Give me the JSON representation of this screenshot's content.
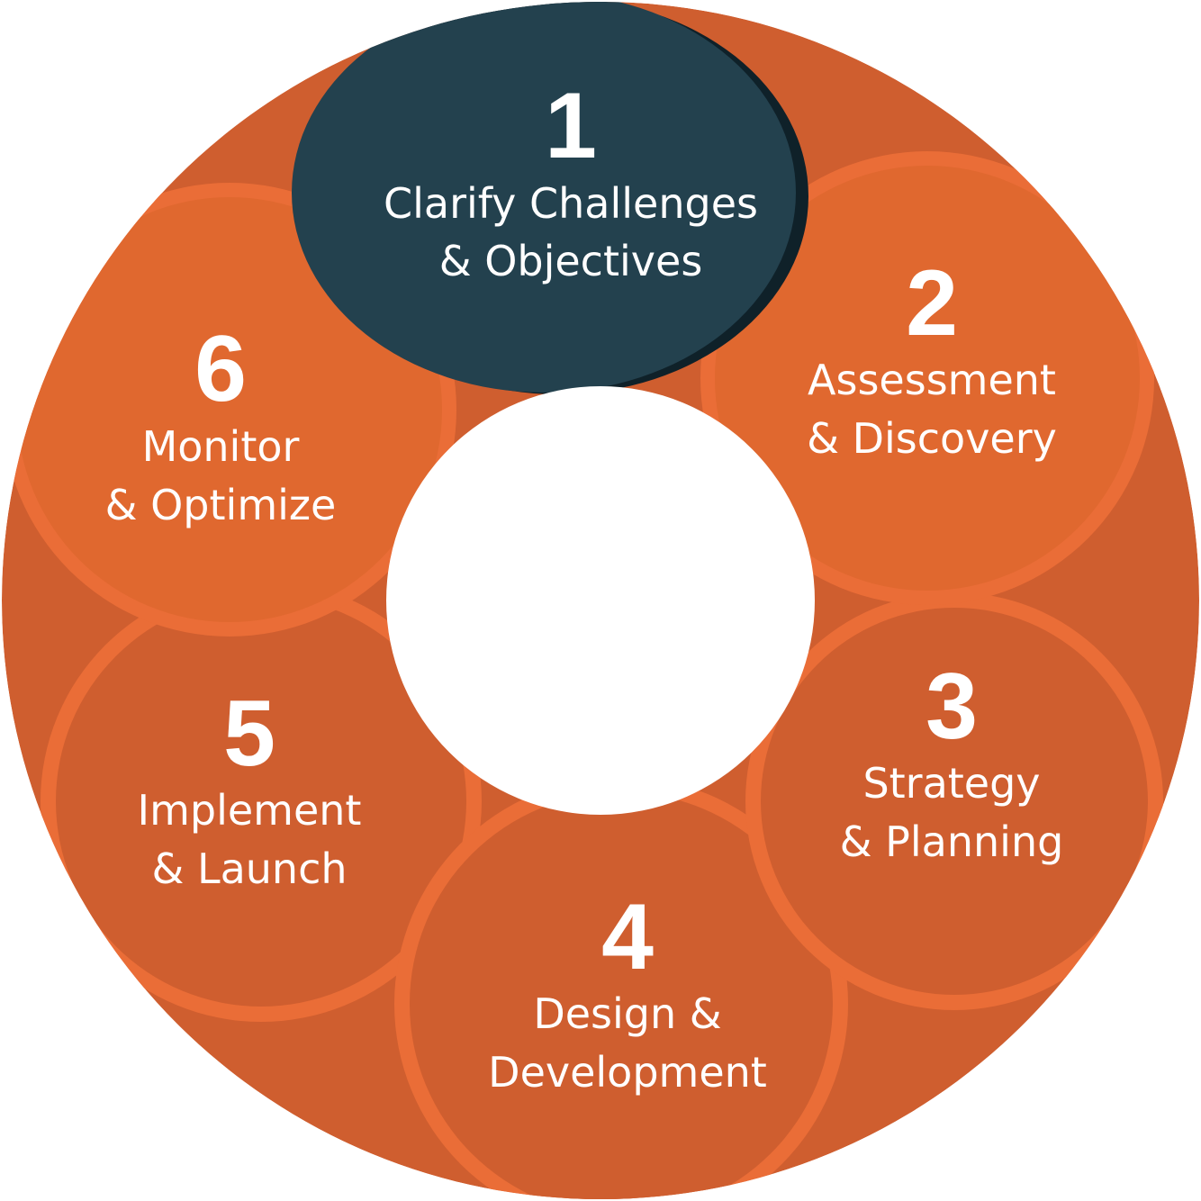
{
  "colors": {
    "ring_base": "#cf5e2f",
    "lobe_light": "#e0682f",
    "lobe_edge": "#ea6d37",
    "step1_dark": "#23414e",
    "step1_shadow": "#0f2129",
    "hole": "#ffffff",
    "text": "#ffffff"
  },
  "steps": [
    {
      "number": "1",
      "line1": "Clarify Challenges",
      "line2": "& Objectives"
    },
    {
      "number": "2",
      "line1": "Assessment",
      "line2": "& Discovery"
    },
    {
      "number": "3",
      "line1": "Strategy",
      "line2": "& Planning"
    },
    {
      "number": "4",
      "line1": "Design &",
      "line2": "Development"
    },
    {
      "number": "5",
      "line1": "Implement",
      "line2": "& Launch"
    },
    {
      "number": "6",
      "line1": "Monitor",
      "line2": "& Optimize"
    }
  ]
}
